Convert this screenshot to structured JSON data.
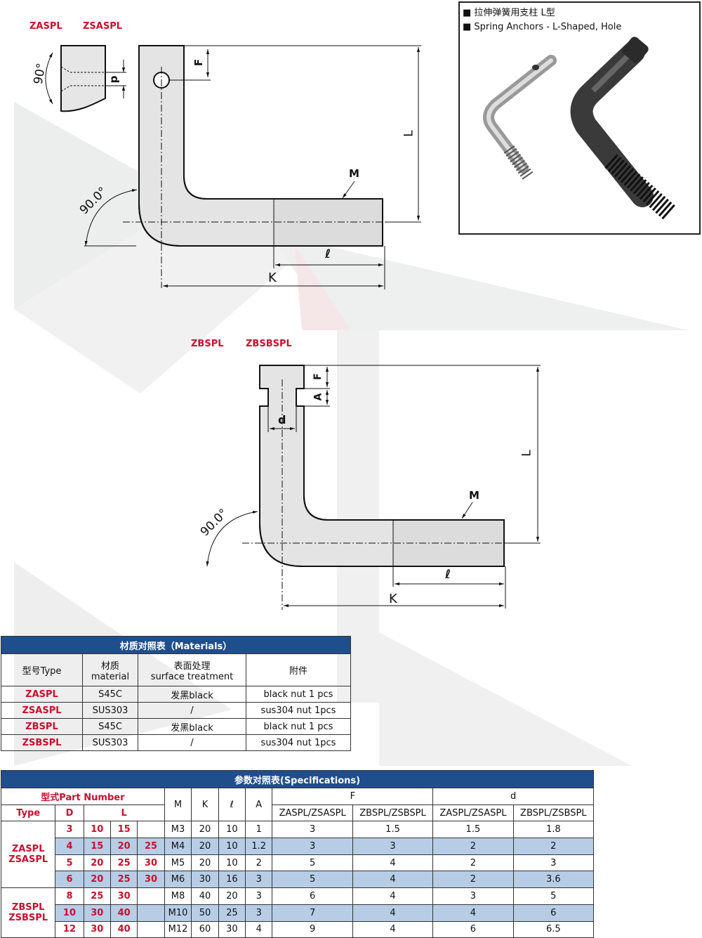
{
  "drawing1": {
    "labels": [
      "ZASPL",
      "ZSASPL"
    ],
    "dims": {
      "countersink": "90°",
      "d": "d",
      "F": "F",
      "L": "L",
      "M": "M",
      "angle": "90.0°",
      "l": "ℓ",
      "K": "K"
    }
  },
  "drawing2": {
    "labels": [
      "ZBSPL",
      "ZBSBSPL"
    ],
    "dims": {
      "F": "F",
      "A": "A",
      "d": "d",
      "L": "L",
      "M": "M",
      "angle": "90.0°",
      "l": "ℓ",
      "K": "K"
    }
  },
  "photo": {
    "title_cn": "■ 拉伸弹簧用支柱 L型",
    "title_en": "■ Spring Anchors - L-Shaped, Hole"
  },
  "materials": {
    "title": "材质对照表（Materials）",
    "headers": {
      "type": "型号Type",
      "material": "材质\nmaterial",
      "surface": "表面处理\nsurface treatment",
      "accessory": "附件"
    },
    "rows": [
      {
        "type": "ZASPL",
        "material": "S45C",
        "surface": "发黑black",
        "accessory": "black nut 1 pcs"
      },
      {
        "type": "ZSASPL",
        "material": "SUS303",
        "surface": "/",
        "accessory": "sus304 nut 1pcs"
      },
      {
        "type": "ZBSPL",
        "material": "S45C",
        "surface": "发黑black",
        "accessory": "black nut 1 pcs"
      },
      {
        "type": "ZSBSPL",
        "material": "SUS303",
        "surface": "/",
        "accessory": "sus304 nut 1pcs"
      }
    ]
  },
  "specs": {
    "title": "参数对照表(Specifications)",
    "part_number": "型式Part Number",
    "col_type": "Type",
    "col_D": "D",
    "col_L": "L",
    "col_M": "M",
    "col_K": "K",
    "col_l": "ℓ",
    "col_A": "A",
    "col_F": "F",
    "col_d": "d",
    "sub": [
      "ZASPL/ZSASPL",
      "ZBSPL/ZSBSPL",
      "ZASPL/ZSASPL",
      "ZBSPL/ZSBSPL"
    ],
    "group1": "ZASPL\nZSASPL",
    "group2": "ZBSPL\nZSBSPL",
    "rows": [
      {
        "D": "3",
        "L1": "10",
        "L2": "15",
        "L3": "",
        "M": "M3",
        "K": "20",
        "l": "10",
        "A": "1",
        "F1": "3",
        "F2": "1.5",
        "d1": "1.5",
        "d2": "1.8"
      },
      {
        "D": "4",
        "L1": "15",
        "L2": "20",
        "L3": "25",
        "M": "M4",
        "K": "20",
        "l": "10",
        "A": "1.2",
        "F1": "3",
        "F2": "3",
        "d1": "2",
        "d2": "2"
      },
      {
        "D": "5",
        "L1": "20",
        "L2": "25",
        "L3": "30",
        "M": "M5",
        "K": "20",
        "l": "10",
        "A": "2",
        "F1": "5",
        "F2": "4",
        "d1": "2",
        "d2": "3"
      },
      {
        "D": "6",
        "L1": "20",
        "L2": "25",
        "L3": "30",
        "M": "M6",
        "K": "30",
        "l": "16",
        "A": "3",
        "F1": "5",
        "F2": "4",
        "d1": "2",
        "d2": "3.6"
      },
      {
        "D": "8",
        "L1": "25",
        "L2": "30",
        "L3": "",
        "M": "M8",
        "K": "40",
        "l": "20",
        "A": "3",
        "F1": "6",
        "F2": "4",
        "d1": "3",
        "d2": "5"
      },
      {
        "D": "10",
        "L1": "30",
        "L2": "40",
        "L3": "",
        "M": "M10",
        "K": "50",
        "l": "25",
        "A": "3",
        "F1": "7",
        "F2": "4",
        "d1": "4",
        "d2": "6"
      },
      {
        "D": "12",
        "L1": "30",
        "L2": "40",
        "L3": "",
        "M": "M12",
        "K": "60",
        "l": "30",
        "A": "4",
        "F1": "9",
        "F2": "4",
        "d1": "6",
        "d2": "6.5"
      }
    ]
  }
}
